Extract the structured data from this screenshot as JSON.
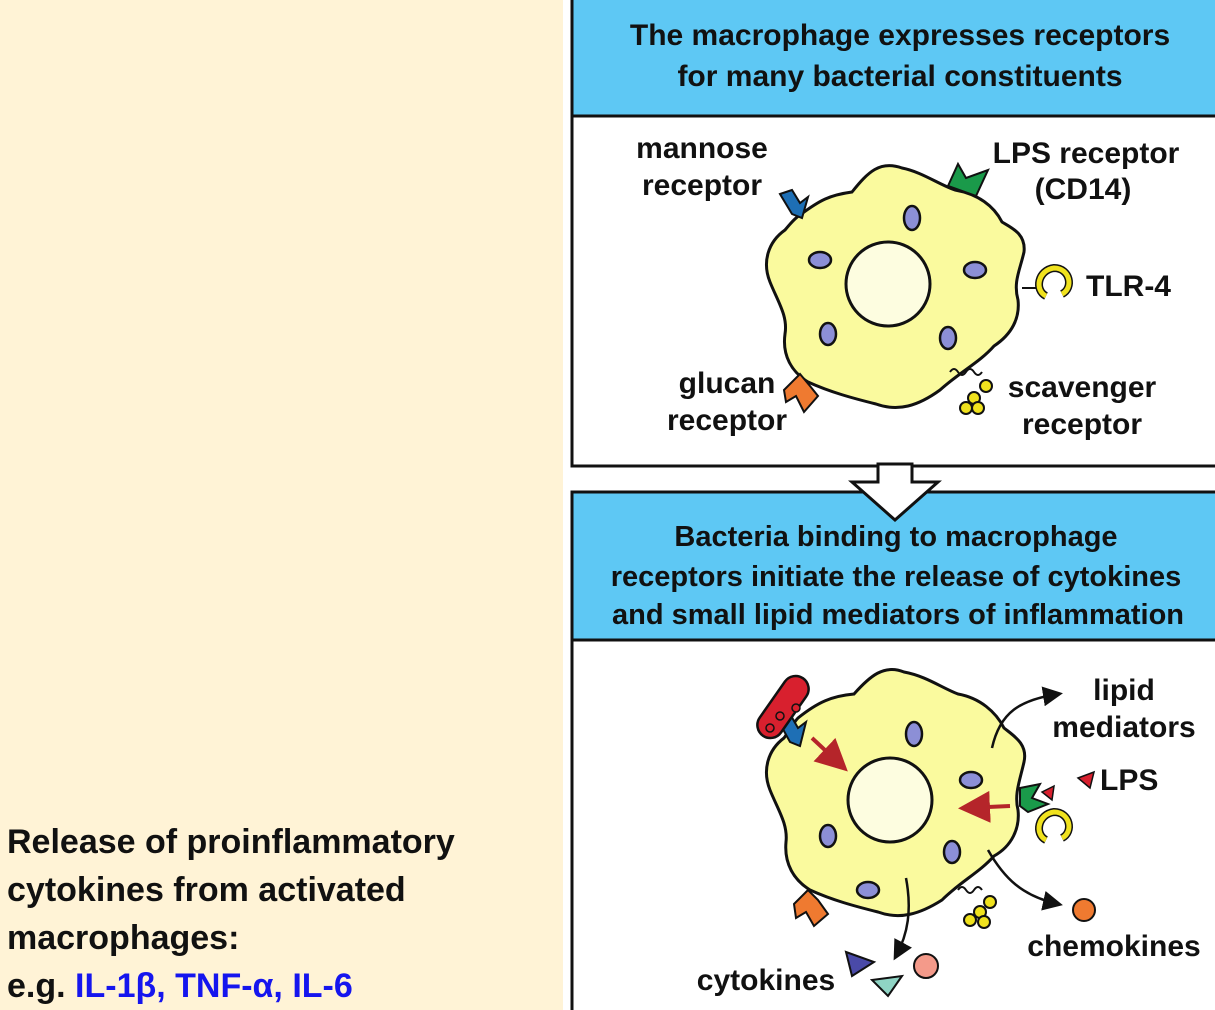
{
  "caption": {
    "line1": "Release of proinflammatory",
    "line2": "cytokines from activated",
    "line3": "macrophages:",
    "line4_prefix": "e.g. ",
    "line4_cytokines": "IL-1β, TNF-α, IL-6"
  },
  "panel1": {
    "header_line1": "The macrophage expresses receptors",
    "header_line2": "for many bacterial constituents",
    "labels": {
      "mannose_1": "mannose",
      "mannose_2": "receptor",
      "lps_1": "LPS  receptor",
      "lps_2": "(CD14)",
      "tlr4": "TLR-4",
      "glucan_1": "glucan",
      "glucan_2": "receptor",
      "scavenger_1": "scavenger",
      "scavenger_2": "receptor"
    }
  },
  "panel2": {
    "header_line1": "Bacteria binding to macrophage",
    "header_line2": "receptors initiate the release of cytokines",
    "header_line3": "and small lipid mediators of inflammation",
    "labels": {
      "lipid_1": "lipid",
      "lipid_2": "mediators",
      "lps": "LPS",
      "chemokines": "chemokines",
      "cytokines": "cytokines"
    }
  },
  "colors": {
    "left_background": "#fff3d6",
    "header_blue": "#5ec8f4",
    "cell_fill": "#fafa9e",
    "granule": "#8c8fd6",
    "caption_highlight": "#1515ee",
    "mannose_receptor": "#1e6fb5",
    "lps_receptor": "#1a9a4a",
    "tlr4_receptor": "#f0e21e",
    "glucan_receptor": "#ef7a30",
    "bacterium": "#d8202e",
    "signal_arrow": "#b5252a"
  }
}
